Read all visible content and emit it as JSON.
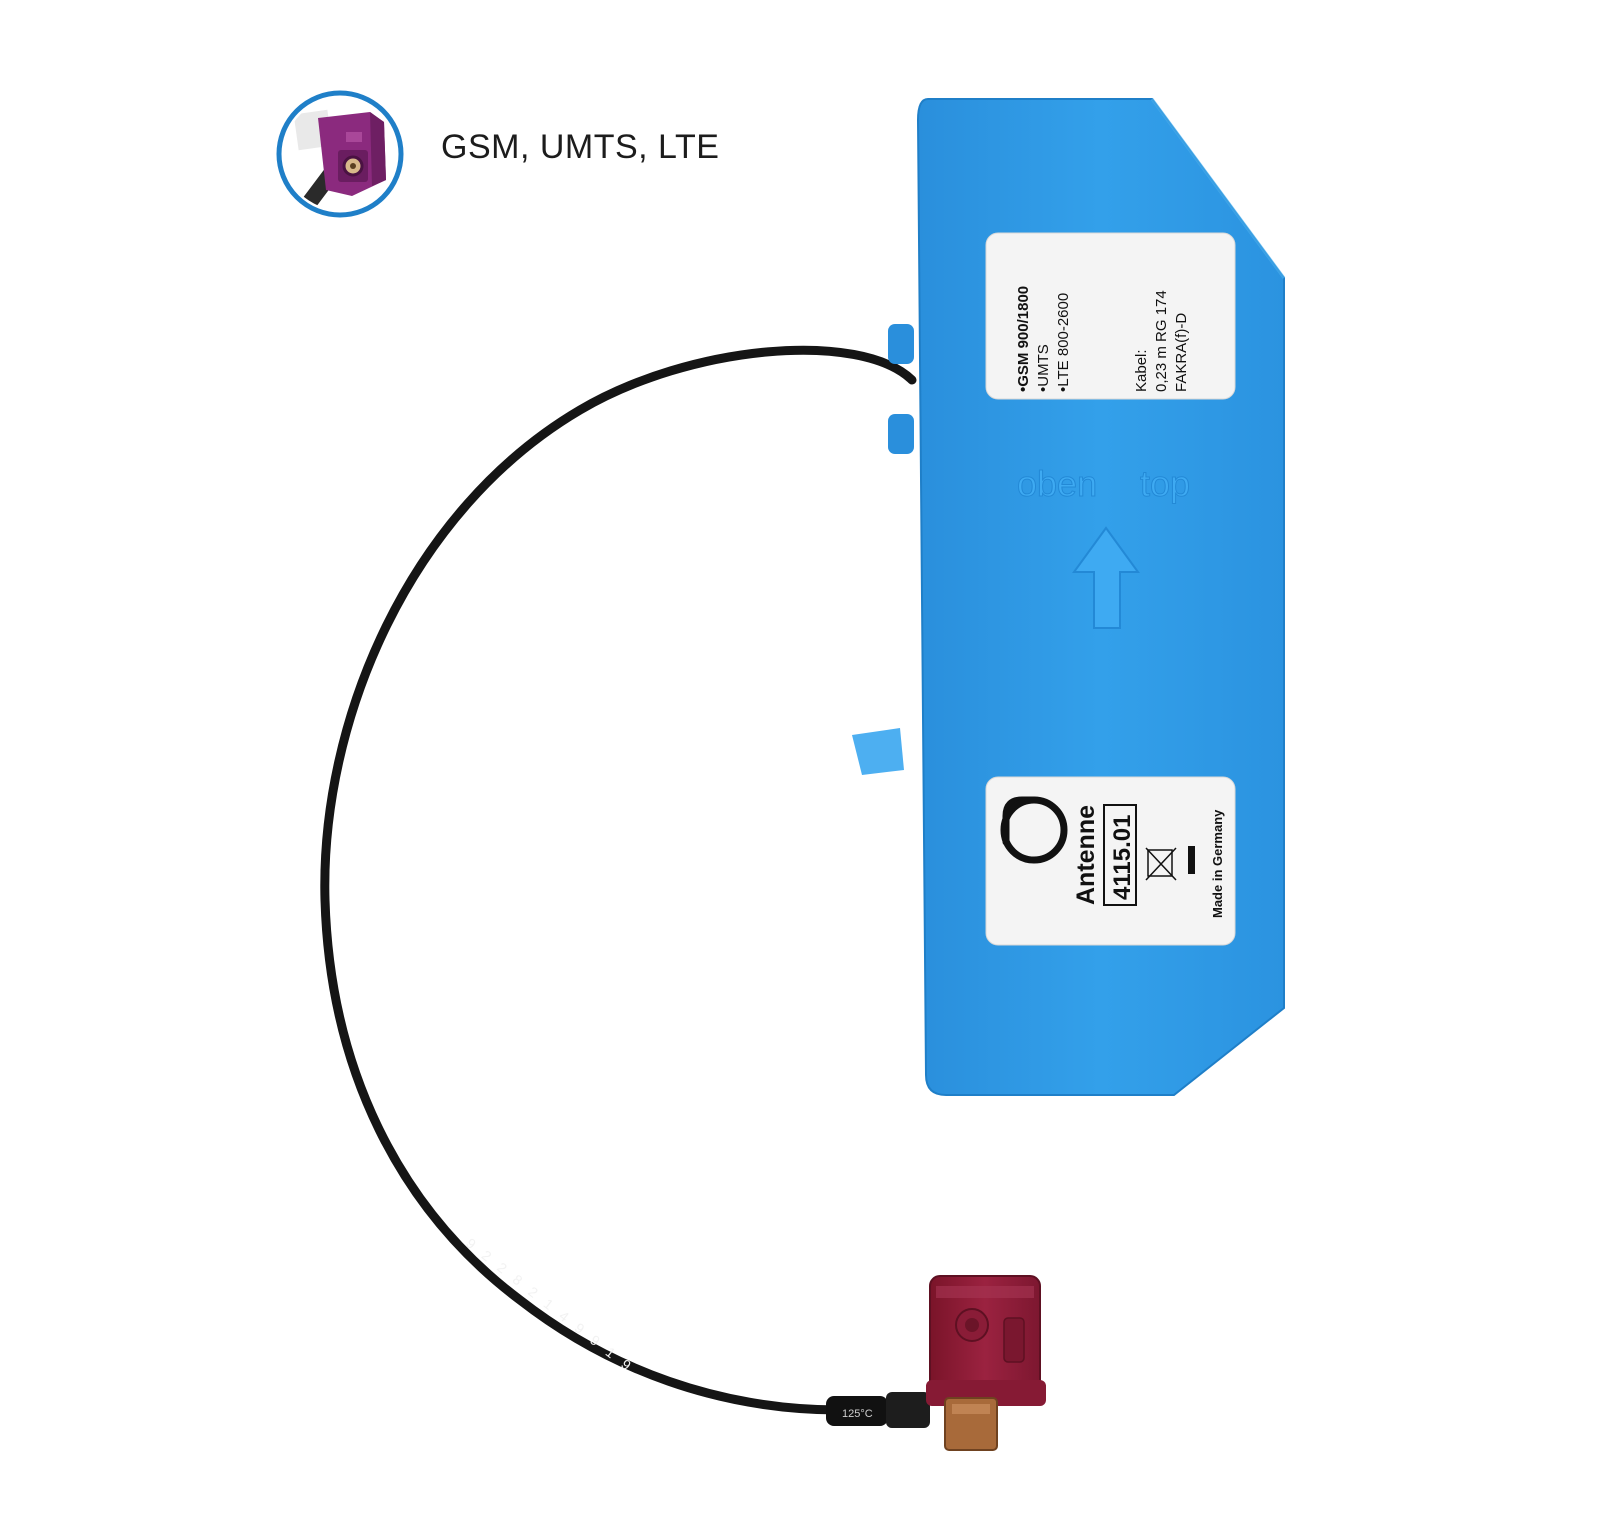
{
  "caption": "GSM, UMTS, LTE",
  "connector_badge": {
    "icon": "fakra-connector-icon",
    "ring_color": "#1f7fc8",
    "connector_color": "#8b2a7e"
  },
  "antenna": {
    "housing_color": "#2f9be6",
    "embossed": {
      "word_1": "oben",
      "word_2": "top"
    },
    "spec_label": {
      "line_1": "•GSM 900/1800",
      "line_2": "•UMTS",
      "line_3": "•LTE 800-2600",
      "line_4": "Kabel:",
      "line_5": "0,23 m RG 174",
      "line_6": "FAKRA(f)-D"
    },
    "brand_label": {
      "logo": "brand-logo-icon",
      "product": "Antenne",
      "part_number": "4115.01",
      "origin": "Made in Germany",
      "weee_icon": "weee-bin-icon"
    }
  },
  "cable": {
    "color": "#151515",
    "print": "9 2 2 8 2 1 4 9 9 1 9"
  },
  "plug": {
    "color": "#8e1d35",
    "crimp_color": "#a86a3a",
    "sleeve_print": "125°C"
  }
}
